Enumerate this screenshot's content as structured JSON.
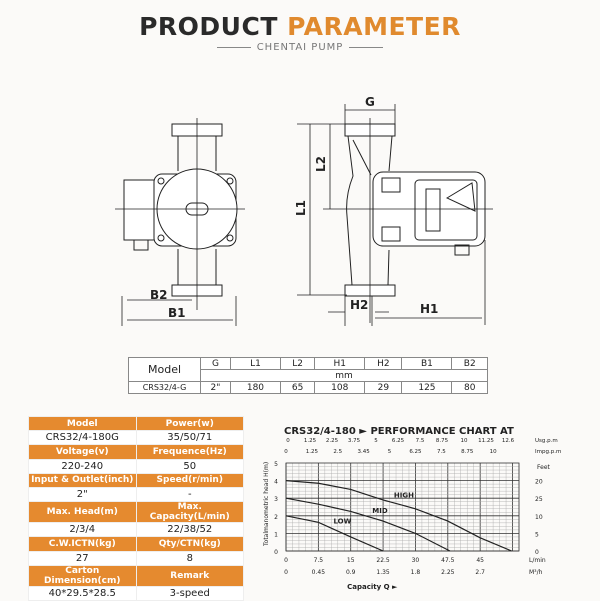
{
  "header": {
    "title_dark": "PRODUCT",
    "title_accent": "PARAMETER",
    "subtitle": "CHENTAI PUMP"
  },
  "drawing": {
    "labels": {
      "g": "G",
      "l1": "L1",
      "l2": "L2",
      "h1": "H1",
      "h2": "H2",
      "b1": "B1",
      "b2": "B2"
    }
  },
  "dimension_table": {
    "model_header": "Model",
    "columns": [
      "G",
      "L1",
      "L2",
      "H1",
      "H2",
      "B1",
      "B2"
    ],
    "unit": "mm",
    "row": {
      "model": "CRS32/4-G",
      "values": [
        "2\"",
        "180",
        "65",
        "108",
        "29",
        "125",
        "80"
      ]
    }
  },
  "spec_table": {
    "rows": [
      [
        "Model",
        "Power(w)"
      ],
      [
        "CRS32/4-180G",
        "35/50/71"
      ],
      [
        "Voltage(v)",
        "Frequence(Hz)"
      ],
      [
        "220-240",
        "50"
      ],
      [
        "Input & Outlet(inch)",
        "Speed(r/min)"
      ],
      [
        "2\"",
        "-"
      ],
      [
        "Max. Head(m)",
        "Max. Capacity(L/min)"
      ],
      [
        "2/3/4",
        "22/38/52"
      ],
      [
        "C.W.ICTN(kg)",
        "Qty/CTN(kg)"
      ],
      [
        "27",
        "8"
      ],
      [
        "Carton Dimension(cm)",
        "Remark"
      ],
      [
        "40*29.5*28.5",
        "3-speed"
      ]
    ]
  },
  "colors": {
    "accent": "#e58a2f",
    "dark": "#2a2a2a"
  },
  "chart_data": {
    "type": "line",
    "title": "CRS32/4-180 ► PERFORMANCE CHART AT",
    "ylabel": "Totalmanometric head H(m)",
    "xlabel": "Capacity Q ►",
    "ylim": [
      0,
      5
    ],
    "xlim": [
      0,
      54
    ],
    "grid": true,
    "y_ticks": [
      "0",
      "1",
      "2",
      "3",
      "4",
      "5"
    ],
    "right_axis": {
      "unit": "Feet",
      "ticks": [
        {
          "at": 0,
          "label": "0"
        },
        {
          "at": 1,
          "label": "5"
        },
        {
          "at": 2,
          "label": "10"
        },
        {
          "at": 3,
          "label": "25"
        },
        {
          "at": 4,
          "label": "20"
        }
      ]
    },
    "top_axes": [
      {
        "unit": "Usg.p.m",
        "ticks": [
          "0",
          "1.25",
          "2.25",
          "3.75",
          "5",
          "6.25",
          "7.5",
          "8.75",
          "10",
          "11.25",
          "12.6"
        ]
      },
      {
        "unit": "Impg.p.m",
        "ticks": [
          "0",
          "1.25",
          "2.5",
          "3.45",
          "5",
          "6.25",
          "7.5",
          "8.75",
          "10"
        ]
      }
    ],
    "bottom_axes": [
      {
        "unit": "L/min",
        "ticks": [
          {
            "at": 0,
            "label": "0"
          },
          {
            "at": 7.5,
            "label": "7.5"
          },
          {
            "at": 15,
            "label": "15"
          },
          {
            "at": 22.5,
            "label": "22.5"
          },
          {
            "at": 30,
            "label": "30"
          },
          {
            "at": 37.5,
            "label": "47.5"
          },
          {
            "at": 45,
            "label": "45"
          }
        ]
      },
      {
        "unit": "M³/h",
        "ticks": [
          {
            "at": 0,
            "label": "0"
          },
          {
            "at": 7.5,
            "label": "0.45"
          },
          {
            "at": 15,
            "label": "0.9"
          },
          {
            "at": 22.5,
            "label": "1.35"
          },
          {
            "at": 30,
            "label": "1.8"
          },
          {
            "at": 37.5,
            "label": "2.25"
          },
          {
            "at": 45,
            "label": "2.7"
          }
        ]
      }
    ],
    "series": [
      {
        "name": "HIGH",
        "x": [
          0,
          7.5,
          15,
          22.5,
          30,
          37.5,
          45,
          52.3
        ],
        "y": [
          4,
          3.85,
          3.5,
          2.9,
          2.4,
          1.7,
          0.75,
          0
        ]
      },
      {
        "name": "MID",
        "x": [
          0,
          7.5,
          15,
          22.5,
          30,
          38
        ],
        "y": [
          3,
          2.66,
          2.25,
          1.7,
          1.0,
          0
        ]
      },
      {
        "name": "LOW",
        "x": [
          0,
          7.5,
          15,
          22.5
        ],
        "y": [
          2,
          1.63,
          0.8,
          0
        ]
      }
    ]
  }
}
